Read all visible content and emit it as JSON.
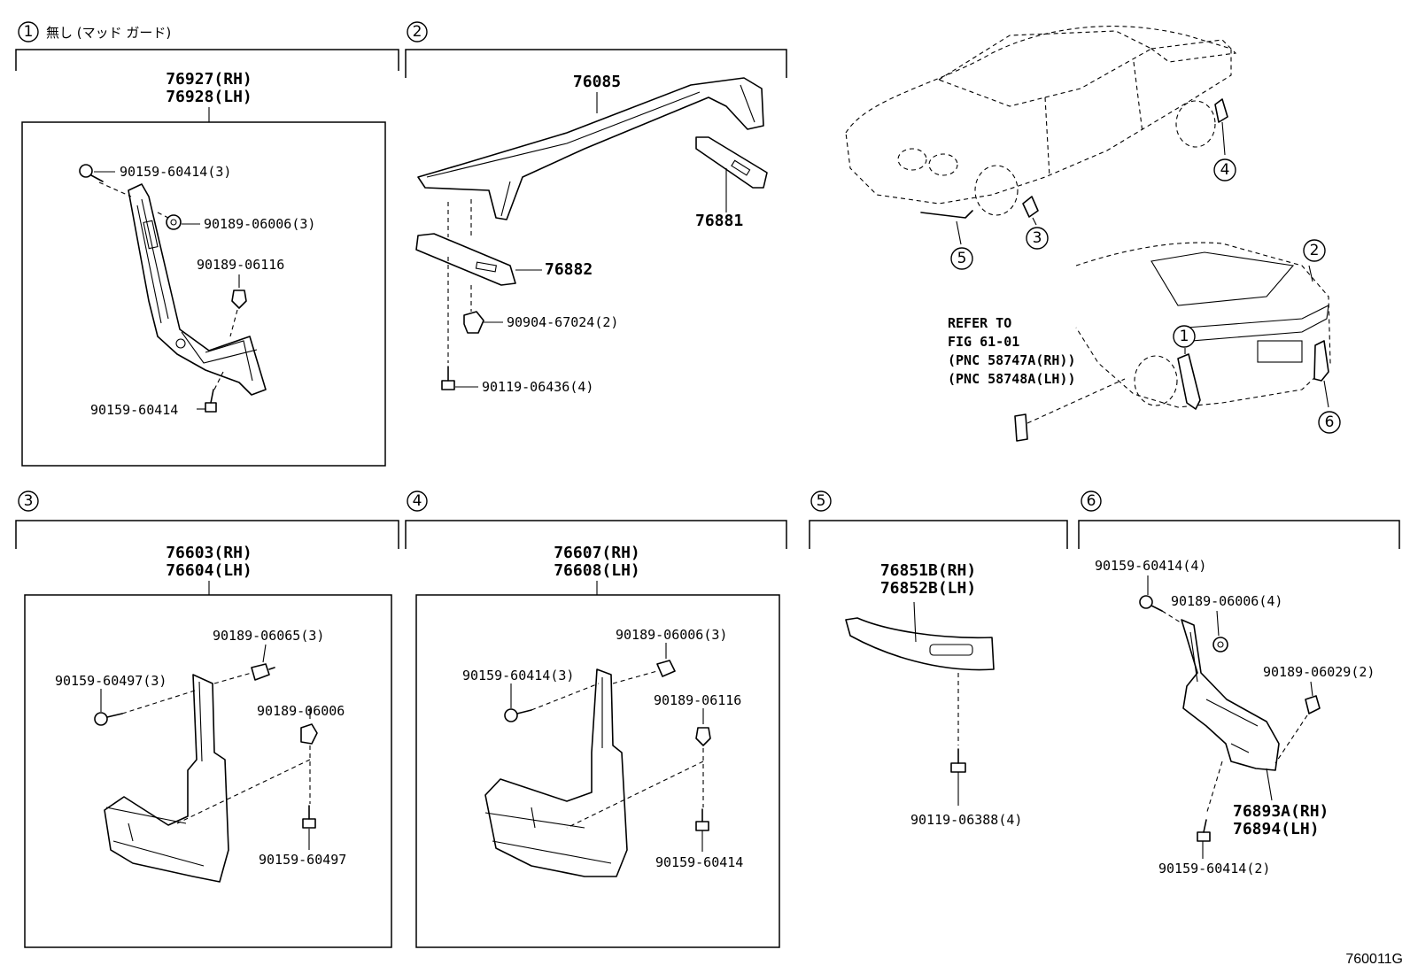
{
  "diagram_code": "760011G",
  "sections": [
    {
      "num": "1",
      "title": "無し (マッド ガード)",
      "assembly": [
        "76927(RH)",
        "76928(LH)"
      ],
      "parts": [
        "90159-60414(3)",
        "90189-06006(3)",
        "90189-06116",
        "90159-60414"
      ]
    },
    {
      "num": "2",
      "title": "",
      "assembly": [
        "76085"
      ],
      "parts": [
        "76881",
        "76882",
        "90904-67024(2)",
        "90119-06436(4)"
      ]
    },
    {
      "num": "3",
      "title": "",
      "assembly": [
        "76603(RH)",
        "76604(LH)"
      ],
      "parts": [
        "90189-06065(3)",
        "90159-60497(3)",
        "90189-06006",
        "90159-60497"
      ]
    },
    {
      "num": "4",
      "title": "",
      "assembly": [
        "76607(RH)",
        "76608(LH)"
      ],
      "parts": [
        "90189-06006(3)",
        "90159-60414(3)",
        "90189-06116",
        "90159-60414"
      ]
    },
    {
      "num": "5",
      "title": "",
      "assembly": [
        "76851B(RH)",
        "76852B(LH)"
      ],
      "parts": [
        "90119-06388(4)"
      ]
    },
    {
      "num": "6",
      "title": "",
      "assembly": [
        "76893A(RH)",
        "76894(LH)"
      ],
      "parts": [
        "90159-60414(4)",
        "90189-06006(4)",
        "90189-06029(2)",
        "90159-60414(2)"
      ]
    }
  ],
  "overview": {
    "callouts": [
      "4",
      "5",
      "3",
      "2",
      "1",
      "6"
    ],
    "refer_note": [
      "REFER TO",
      "FIG 61-01",
      "(PNC 58747A(RH))",
      "(PNC 58748A(LH))"
    ]
  },
  "icons": [
    "clip-icon",
    "screw-icon",
    "bolt-icon",
    "nut-icon",
    "car-outline-icon"
  ]
}
